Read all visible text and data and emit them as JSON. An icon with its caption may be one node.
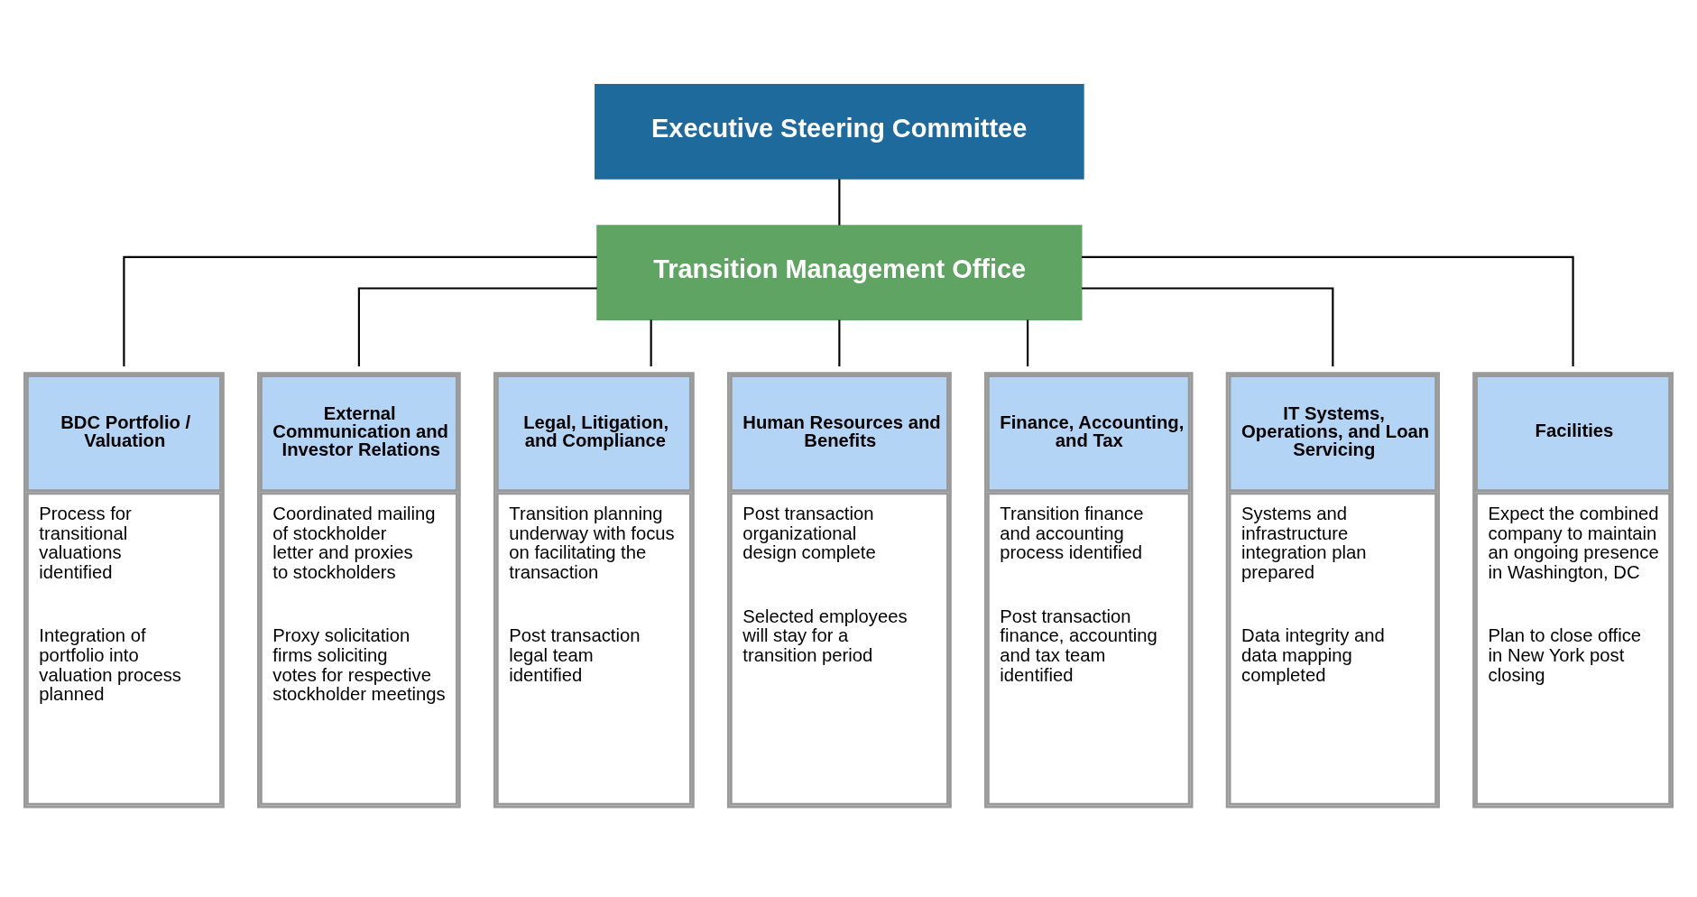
{
  "diagram": {
    "nodes": [
      {
        "text": [
          "Executive Steering Committee"
        ]
      },
      {
        "text": [
          "Transition Management Office"
        ]
      },
      {
        "text": [
          "BDC Portfolio / Valuation",
          "Process for transitional valuations identified",
          "Integration of portfolio into valuation process planned"
        ]
      },
      {
        "text": [
          "External Communication and Investor Relations",
          "Coordinated mailing of stockholder letter and proxies to stockholders",
          "Proxy solicitation firms soliciting votes for respective stockholder meetings"
        ]
      },
      {
        "text": [
          "Legal, Litigation, and Compliance",
          "Transition planning underway with focus on facilitating the transaction",
          "Post transaction legal team identified"
        ]
      },
      {
        "text": [
          "Human Resources and Benefits",
          "Post transaction organizational design complete",
          "Selected employees will stay for a transition period"
        ]
      },
      {
        "text": [
          "Finance, Accounting, and Tax",
          "Transition finance and accounting process identified",
          "Post transaction finance, accounting and tax team identified"
        ]
      },
      {
        "text": [
          "IT Systems, Operations, and Loan Servicing",
          "Systems and infrastructure integration plan prepared",
          "Data integrity and data mapping completed"
        ]
      },
      {
        "text": [
          "Facilities",
          "Expect the combined company to maintain an ongoing presence in Washington, DC",
          "Plan to close office in New York post closing"
        ]
      }
    ],
    "edges": [
      {
        "from": 0,
        "to": 1,
        "arrow": "none"
      },
      {
        "from": 1,
        "to": 2,
        "arrow": "none"
      },
      {
        "from": 1,
        "to": 3,
        "arrow": "none"
      },
      {
        "from": 1,
        "to": 4,
        "arrow": "none"
      },
      {
        "from": 1,
        "to": 5,
        "arrow": "none"
      },
      {
        "from": 1,
        "to": 6,
        "arrow": "none"
      },
      {
        "from": 1,
        "to": 7,
        "arrow": "none"
      },
      {
        "from": 1,
        "to": 8,
        "arrow": "none"
      }
    ]
  }
}
